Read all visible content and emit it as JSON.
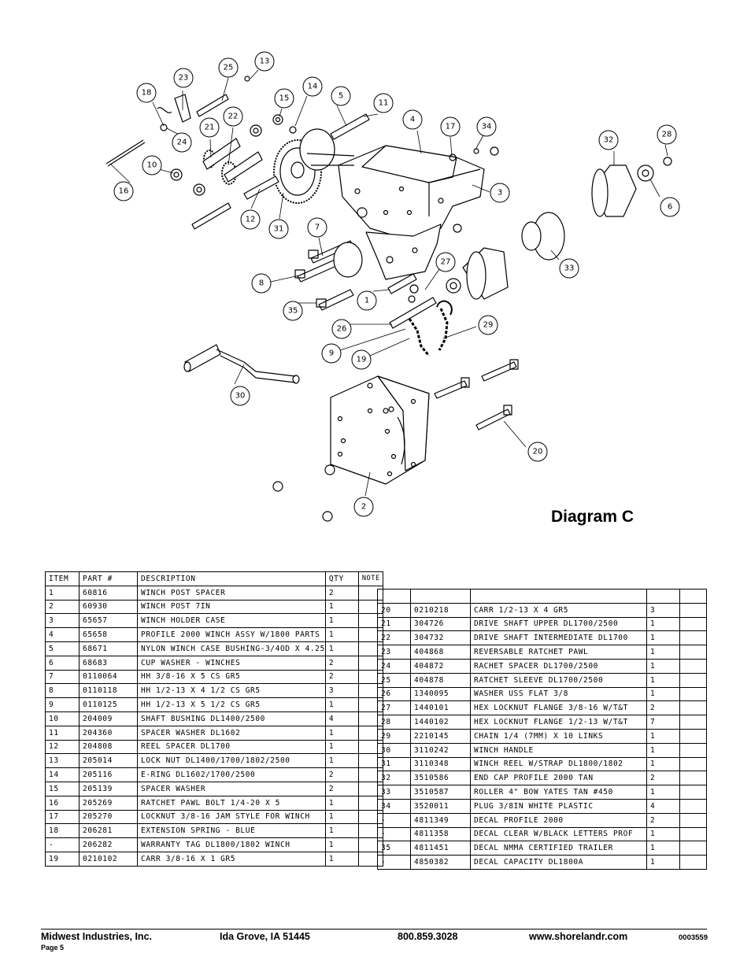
{
  "diagram": {
    "label": "Diagram C",
    "callouts": [
      "1",
      "2",
      "3",
      "4",
      "5",
      "6",
      "7",
      "8",
      "9",
      "10",
      "11",
      "12",
      "13",
      "14",
      "15",
      "16",
      "17",
      "18",
      "19",
      "20",
      "21",
      "22",
      "23",
      "24",
      "25",
      "26",
      "27",
      "28",
      "29",
      "30",
      "31",
      "32",
      "33",
      "34",
      "35"
    ]
  },
  "table_left": {
    "headers": [
      "ITEM",
      "PART #",
      "DESCRIPTION",
      "QTY",
      "NOTE"
    ],
    "rows": [
      [
        "1",
        "60816",
        "WINCH POST SPACER",
        "2",
        ""
      ],
      [
        "2",
        "60930",
        "WINCH POST  7IN",
        "1",
        ""
      ],
      [
        "3",
        "65657",
        "WINCH HOLDER CASE",
        "1",
        ""
      ],
      [
        "4",
        "65658",
        "PROFILE 2000 WINCH ASSY W/1800 PARTS",
        "1",
        ""
      ],
      [
        "5",
        "68671",
        "NYLON WINCH CASE BUSHING-3/4OD X 4.25",
        "1",
        ""
      ],
      [
        "6",
        "68683",
        "CUP WASHER - WINCHES",
        "2",
        ""
      ],
      [
        "7",
        "0110064",
        "HH 3/8-16 X 5 CS GR5",
        "2",
        ""
      ],
      [
        "8",
        "0110118",
        "HH 1/2-13 X 4 1/2 CS GR5",
        "3",
        ""
      ],
      [
        "9",
        "0110125",
        "HH 1/2-13 X 5 1/2 CS GR5",
        "1",
        ""
      ],
      [
        "10",
        "204009",
        "SHAFT BUSHING  DL1400/2500",
        "4",
        ""
      ],
      [
        "11",
        "204360",
        "SPACER WASHER  DL1602",
        "1",
        ""
      ],
      [
        "12",
        "204808",
        "REEL SPACER  DL1700",
        "1",
        ""
      ],
      [
        "13",
        "205014",
        "LOCK NUT  DL1400/1700/1802/2500",
        "1",
        ""
      ],
      [
        "14",
        "205116",
        "E-RING DL1602/1700/2500",
        "2",
        ""
      ],
      [
        "15",
        "205139",
        "SPACER WASHER",
        "2",
        ""
      ],
      [
        "16",
        "205269",
        "RATCHET PAWL BOLT 1/4-20 X 5",
        "1",
        ""
      ],
      [
        "17",
        "205270",
        "LOCKNUT 3/8-16 JAM STYLE FOR WINCH",
        "1",
        ""
      ],
      [
        "18",
        "206281",
        "EXTENSION SPRING - BLUE",
        "1",
        ""
      ],
      [
        "-",
        "206282",
        "WARRANTY TAG DL1800/1802 WINCH",
        "1",
        ""
      ],
      [
        "19",
        "0210102",
        "CARR 3/8-16 X 1 GR5",
        "1",
        ""
      ]
    ]
  },
  "table_right": {
    "rows": [
      [
        "20",
        "0210218",
        "CARR 1/2-13 X 4 GR5",
        "3",
        ""
      ],
      [
        "21",
        "304726",
        "DRIVE SHAFT UPPER  DL1700/2500",
        "1",
        ""
      ],
      [
        "22",
        "304732",
        "DRIVE SHAFT INTERMEDIATE  DL1700",
        "1",
        ""
      ],
      [
        "23",
        "404868",
        "REVERSABLE RATCHET PAWL",
        "1",
        ""
      ],
      [
        "24",
        "404872",
        "RACHET SPACER  DL1700/2500",
        "1",
        ""
      ],
      [
        "25",
        "404878",
        "RATCHET SLEEVE  DL1700/2500",
        "1",
        ""
      ],
      [
        "26",
        "1340095",
        "WASHER USS FLAT 3/8",
        "1",
        ""
      ],
      [
        "27",
        "1440101",
        "HEX LOCKNUT FLANGE 3/8-16 W/T&T",
        "2",
        ""
      ],
      [
        "28",
        "1440102",
        "HEX LOCKNUT FLANGE 1/2-13 W/T&T",
        "7",
        ""
      ],
      [
        "29",
        "2210145",
        "CHAIN 1/4 (7MM) X 10 LINKS",
        "1",
        ""
      ],
      [
        "30",
        "3110242",
        "WINCH HANDLE",
        "1",
        ""
      ],
      [
        "31",
        "3110348",
        "WINCH REEL W/STRAP  DL1800/1802",
        "1",
        ""
      ],
      [
        "32",
        "3510586",
        "END CAP PROFILE 2000 TAN",
        "2",
        ""
      ],
      [
        "33",
        "3510587",
        "ROLLER 4\" BOW YATES TAN #450",
        "1",
        ""
      ],
      [
        "34",
        "3520011",
        "PLUG  3/8IN WHITE PLASTIC",
        "4",
        ""
      ],
      [
        "-",
        "4811349",
        "DECAL PROFILE 2000",
        "2",
        ""
      ],
      [
        "-",
        "4811358",
        "DECAL CLEAR W/BLACK LETTERS PROF",
        "1",
        ""
      ],
      [
        "35",
        "4811451",
        " DECAL NMMA CERTIFIED TRAILER",
        "1",
        ""
      ],
      [
        "-",
        "4850382",
        "DECAL CAPACITY DL1800A",
        "1",
        ""
      ]
    ]
  },
  "footer": {
    "company": "Midwest Industries, Inc.",
    "city": "Ida Grove, IA  51445",
    "phone": "800.859.3028",
    "website": "www.shorelandr.com",
    "code": "0003559",
    "page": "Page 5"
  }
}
